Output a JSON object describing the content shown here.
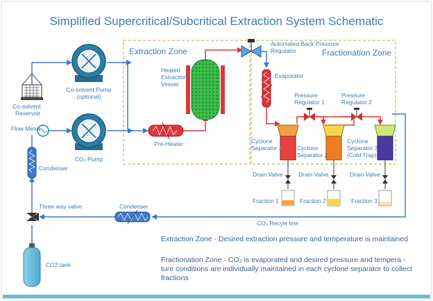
{
  "title": "Simplified Supercritical/Subcritical Extraction System Schematic",
  "zones": {
    "extraction": "Extraction Zone",
    "fractionation": "Fractionation Zone"
  },
  "components": {
    "co_solvent_reservoir": [
      "Co-solvent",
      "Reservoir"
    ],
    "co_solvent_pump": [
      "Co-solvent Pump",
      "(optional)"
    ],
    "flow_meter": "Flow Meter",
    "co2_pump": "CO₂ Pump",
    "condenser_left": "Condenser",
    "three_way_valve": "Three way valve",
    "co2_tank": "CO2 tank",
    "heated_vessel": [
      "Heated",
      "Extraction",
      "Vessel"
    ],
    "pre_heater": "Pre-Heater",
    "back_pressure_regulator": [
      "Automated Back Pressure",
      "Regulator"
    ],
    "evaporator": "Evaporator",
    "pressure_regulator_1": [
      "Pressure",
      "Regulator 1"
    ],
    "pressure_regulator_2": [
      "Pressure",
      "Regulator 2"
    ],
    "cyclone_1": [
      "Cyclone",
      "Separator 1"
    ],
    "cyclone_2": [
      "Cyclone",
      "Separator 2"
    ],
    "cyclone_3": [
      "Cyclone",
      "Separator 3",
      "(Cold Trap)"
    ],
    "drain_valve": "Drain Valve",
    "fraction_1": "Fraction 1",
    "fraction_2": "Fraction 2",
    "fraction_3": "Fraction 3",
    "condenser_bottom": "Condenser",
    "recycle_line": "CO₂ Recyle line"
  },
  "descriptions": {
    "extraction": "Extraction Zone - Desired extraction pressure and temperature is maintained",
    "fractionation": "Fractionation Zone - CO₂ is evaporated and desired pressure and tempera - ture conditions are individually maintained in each cyclone separator to collect fractions"
  },
  "colors": {
    "title": "#3d79b5",
    "flow_line": "#3f78c8",
    "hot_line": "#e0353a",
    "extraction_zone_border": "#f0b27a",
    "fractionation_zone_border": "#a6d96a",
    "pump": "#2c7ea6",
    "vessel": "#3bbf4a",
    "cyclone_1": "#e8423f",
    "cyclone_2": "#ef7d22",
    "cyclone_3": "#4a3aa0",
    "fraction_1": "#f2a14a",
    "fraction_2": "#f5d84a",
    "fraction_3": "#f4e3a6",
    "bottom_bar": "#5bc0de"
  }
}
